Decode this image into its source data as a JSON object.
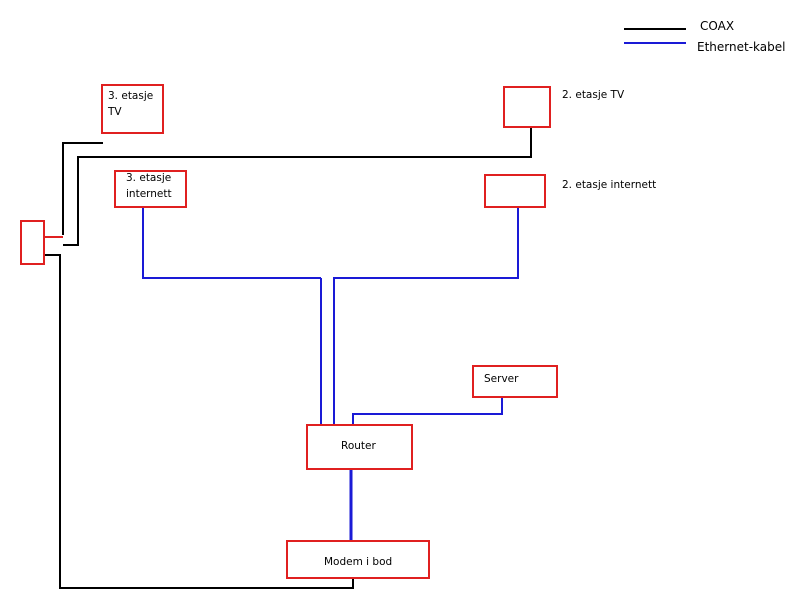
{
  "legend": {
    "coax": {
      "label": "COAX",
      "color": "#000000"
    },
    "ethernet": {
      "label": "Ethernet-kabel",
      "color": "#1a1ad6"
    }
  },
  "colors": {
    "box_border": "#e02020",
    "coax": "#000000",
    "ethernet": "#1a1ad6"
  },
  "nodes": {
    "tv3": {
      "line1": "3. etasje",
      "line2": "TV"
    },
    "tv2": {
      "label": "2. etasje TV"
    },
    "net3": {
      "line1": "3. etasje",
      "line2": "internett"
    },
    "net2": {
      "label": "2. etasje internett"
    },
    "server": {
      "label": "Server"
    },
    "router": {
      "label": "Router"
    },
    "modem": {
      "label": "Modem i bod"
    }
  }
}
